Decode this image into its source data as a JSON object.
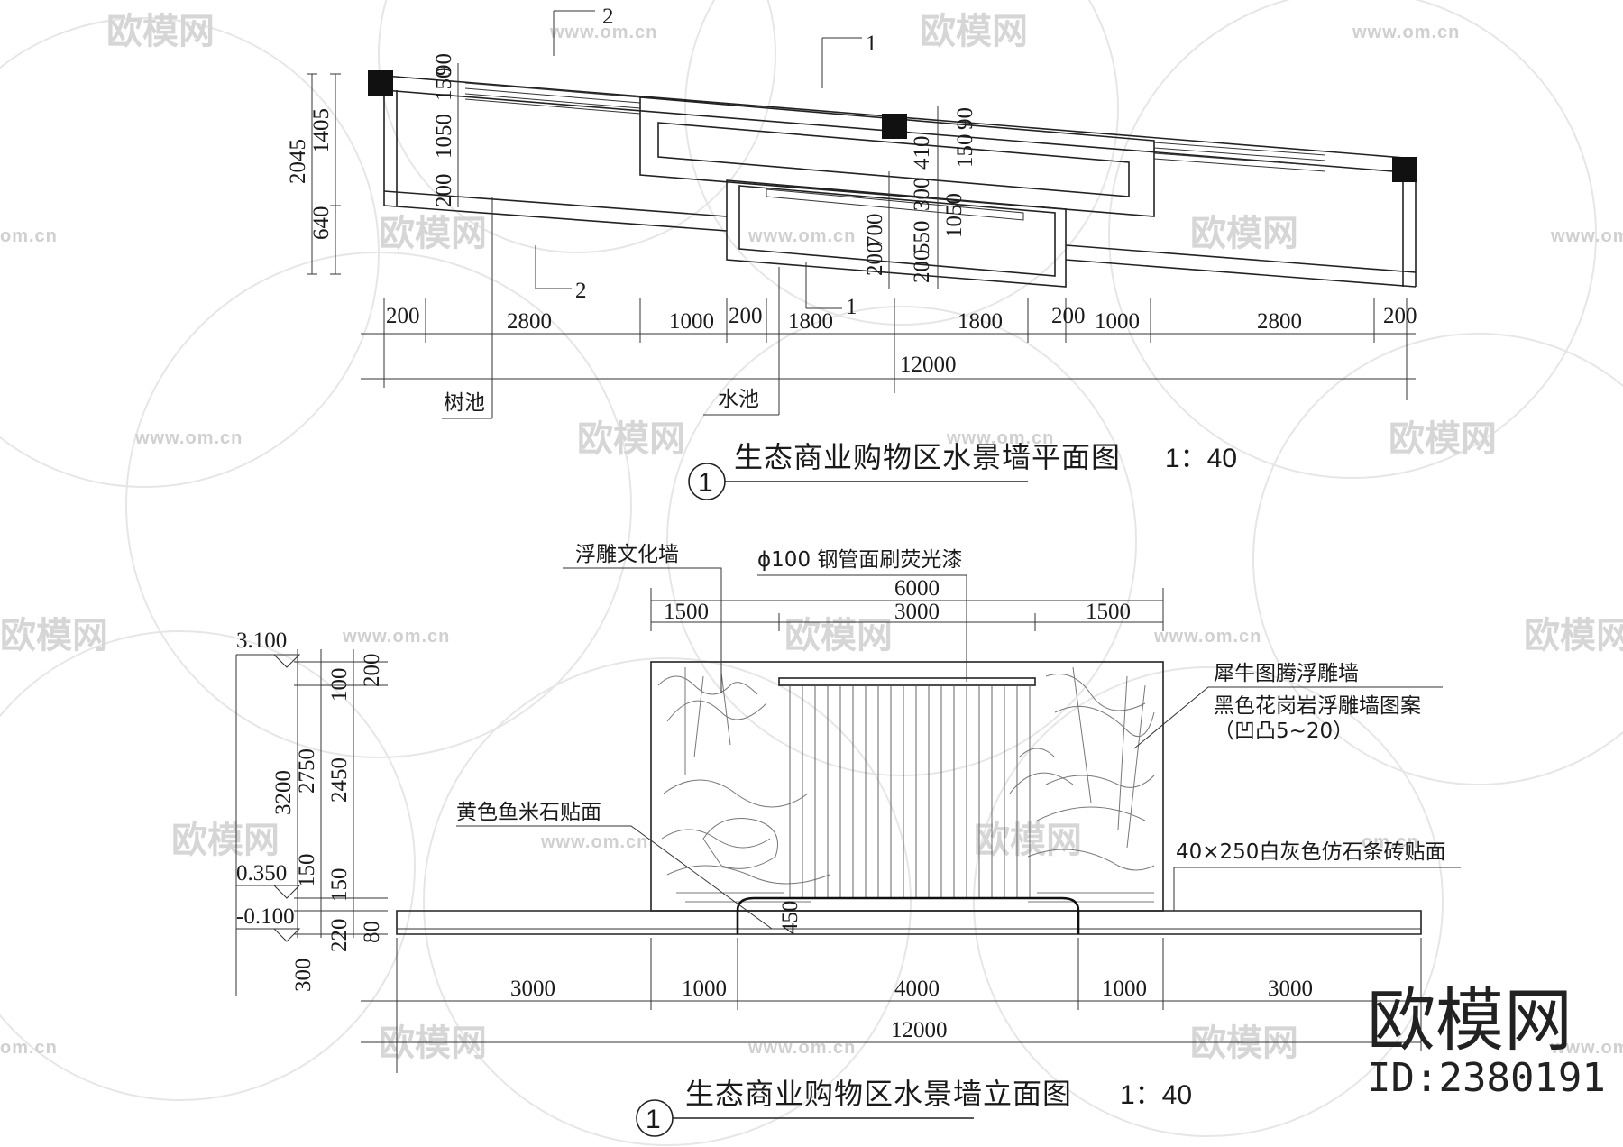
{
  "watermark": {
    "logo_text": "欧模网",
    "url_text": "www.om.cn",
    "url_short": "om.cn"
  },
  "brand": {
    "name": "欧模网",
    "id_text": "ID:2380191"
  },
  "plan": {
    "title": "生态商业购物区水景墙平面图",
    "scale": "1：40",
    "index": "1",
    "section_marks": [
      "2",
      "1",
      "2",
      "1"
    ],
    "left_dims": [
      "2045",
      "1405",
      "640"
    ],
    "left_small_dims": [
      "1050",
      "150",
      "90",
      "200"
    ],
    "center_dims": [
      "90",
      "150",
      "410",
      "300",
      "1050",
      "700",
      "200",
      "550",
      "200"
    ],
    "bottom_dims": [
      "200",
      "2800",
      "1000",
      "200",
      "1800",
      "1800",
      "200",
      "1000",
      "2800",
      "200"
    ],
    "total_dim": "12000",
    "labels": {
      "tree_pit": "树池",
      "pool": "水池"
    }
  },
  "elevation": {
    "title": "生态商业购物区水景墙立面图",
    "scale": "1：40",
    "index": "1",
    "top_dims": {
      "total": "6000",
      "left": "1500",
      "center": "3000",
      "right": "1500"
    },
    "levels": [
      "3.100",
      "0.350",
      "-0.100"
    ],
    "left_dims": [
      "3200",
      "2750",
      "2450",
      "100",
      "200",
      "150",
      "150",
      "220",
      "80",
      "300"
    ],
    "center_dim": "450",
    "bottom_dims": [
      "3000",
      "1000",
      "4000",
      "1000",
      "3000"
    ],
    "total_dim": "12000",
    "labels": {
      "relief_wall": "浮雕文化墙",
      "steel_pipe": "ϕ100 钢管面刷荧光漆",
      "rhino": "犀牛图腾浮雕墙",
      "granite": "黑色花岗岩浮雕墙图案",
      "concave": "（凹凸5~20）",
      "fish_stone": "黄色鱼米石贴面",
      "strip_brick": "40×250白灰色仿石条砖贴面"
    }
  }
}
